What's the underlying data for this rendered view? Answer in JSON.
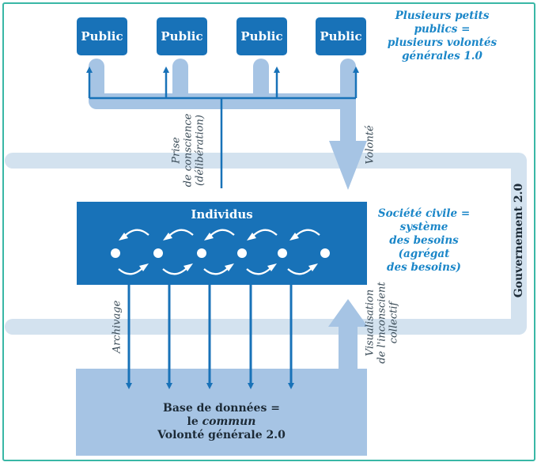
{
  "publics": [
    "Public",
    "Public",
    "Public",
    "Public"
  ],
  "top_right_note": [
    "Plusieurs petits",
    "publics =",
    "plusieurs volontés",
    "générales 1.0"
  ],
  "prise_label": [
    "Prise",
    "de conscience",
    "(délibération)"
  ],
  "volonte_label": "Volonté",
  "individus_title": "Individus",
  "societe_note": [
    "Société civile =",
    "système",
    "des besoins",
    "(agrégat",
    "des besoins)"
  ],
  "gouvernement_label": "Gouvernement 2.0",
  "archivage_label": "Archivage",
  "visualisation_label": [
    "Visualisation",
    "de l'inconscient",
    "collectif"
  ],
  "base": {
    "line1": "Base de données =",
    "line2_prefix": "le ",
    "line2_em": "commun",
    "line3": "Volonté générale 2.0"
  },
  "colors": {
    "dark_blue": "#1872b8",
    "light_band": "#d3e2ef",
    "medium_blue": "#a6c4e4",
    "text_blue": "#1a86c8",
    "frame": "#39b7a6"
  }
}
